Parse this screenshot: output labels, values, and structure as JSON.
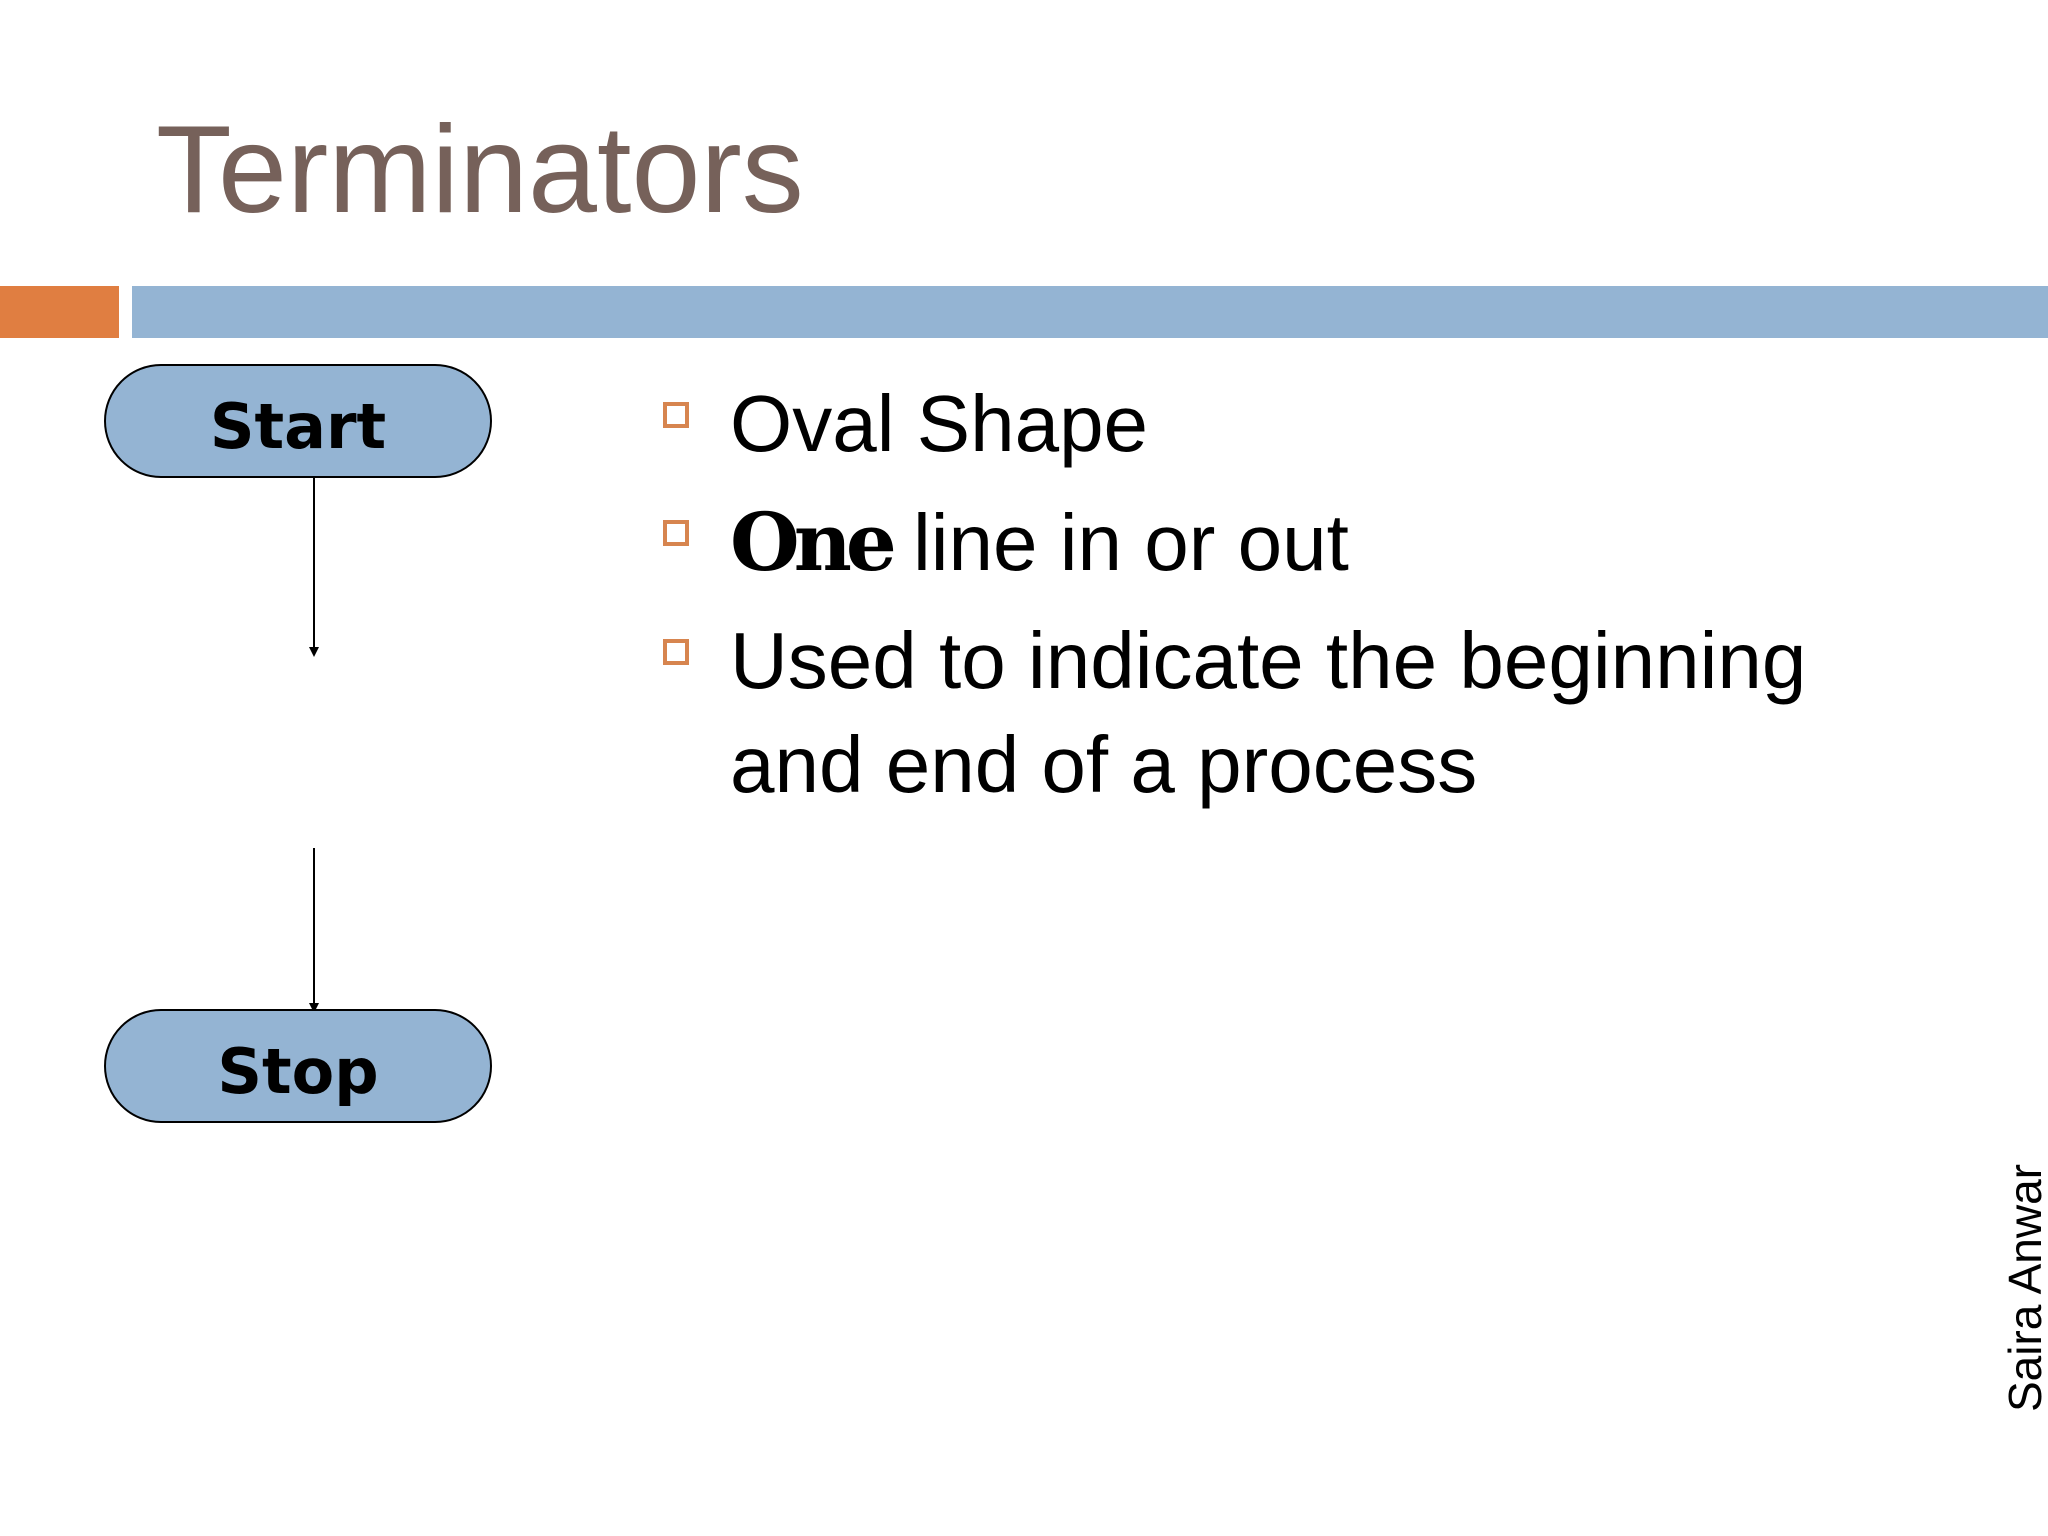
{
  "slide": {
    "title": "Terminators",
    "author": "Saira Anwar"
  },
  "flowchart": {
    "start_label": "Start",
    "stop_label": "Stop"
  },
  "bullets": {
    "item1": "Oval Shape",
    "item2_emph": "One",
    "item2_rest": " line in or out",
    "item3": "Used to indicate the beginning and end of a process"
  },
  "colors": {
    "title": "#76615a",
    "accent_orange": "#e07e41",
    "accent_blue": "#94b4d3",
    "terminal_fill": "#94b4d3",
    "bullet_marker": "#d7854f"
  },
  "icons": {
    "bullet": "hollow-square-bullet-icon"
  }
}
